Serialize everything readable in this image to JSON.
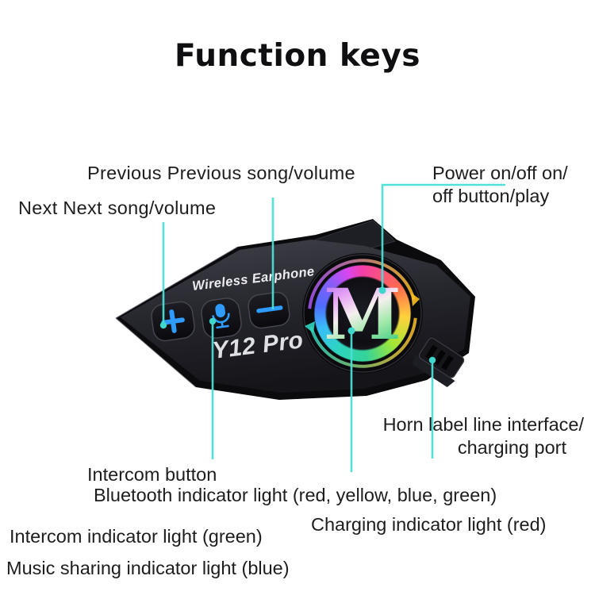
{
  "title": "Function keys",
  "device": {
    "brand_text": "Wireless Earphone",
    "model_text": "Y12 Pro",
    "logo_letter": "M"
  },
  "callouts": {
    "previous": "Previous Previous song/volume",
    "next": "Next Next song/volume",
    "power_line1": "Power on/off on/",
    "power_line2": "off button/play",
    "horn_line1": "Horn label line interface/",
    "horn_line2": "charging port",
    "intercom_button": "Intercom button",
    "bluetooth_indicator": "Bluetooth indicator light (red, yellow, blue, green)",
    "charging_indicator": "Charging indicator light (red)",
    "intercom_indicator": "Intercom indicator light (green)",
    "music_sharing_indicator": "Music sharing indicator light (blue)"
  },
  "colors": {
    "callout_line": "#4adfd5",
    "callout_dot": "#3fd6cb",
    "button_icon_blue": "#2f9bff",
    "device_body": "#1c1c22"
  }
}
